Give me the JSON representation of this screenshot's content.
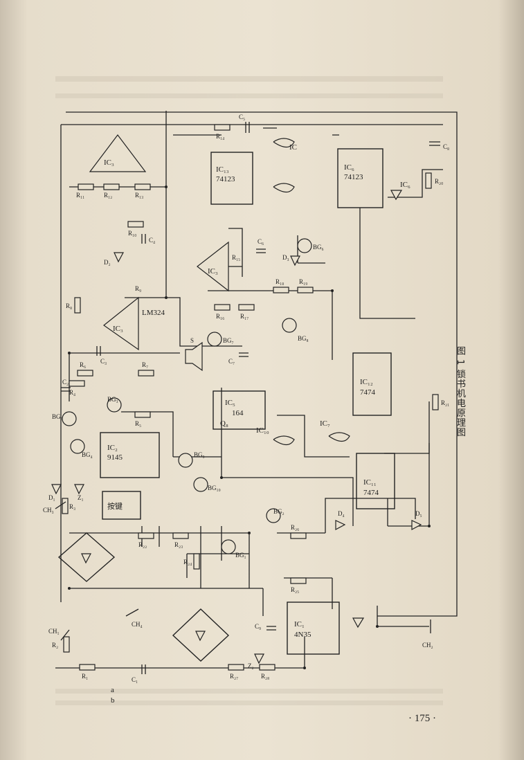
{
  "page_number": "· 175 ·",
  "figure_caption": "图 1  锁书机电原理图",
  "components": {
    "ic": {
      "ic3_top": "IC₃",
      "ic13": "IC₁₃",
      "ic13_part": "74123",
      "ic14": "IC",
      "ic6": "IC₆",
      "ic6_part": "74123",
      "ic3_mid": "IC₃",
      "lm324": "LM324",
      "ic3_low": "IC₃",
      "ic5": "IC₅",
      "ic5_part": "164",
      "ic10": "IC₁₀",
      "ic7": "IC₇",
      "ic12": "IC₁₂",
      "ic12_part": "7474",
      "ic11": "IC₁₁",
      "ic11_part": "7474",
      "ic2": "IC₂",
      "ic2_part": "9145",
      "ic1": "IC₁",
      "ic1_part": "4N35",
      "ic_top_right": "IC₆"
    },
    "resistors": [
      "R₁₁",
      "R₁₂",
      "R₁₃",
      "R₁₄",
      "R₁₀",
      "R₁₅",
      "R₈",
      "R₉",
      "R₁₈",
      "R₁₉",
      "R₁₆",
      "R₁₇",
      "R₂₀",
      "R₄",
      "R₆",
      "R₇",
      "R₅",
      "R₃",
      "R₂₂",
      "R₂₃",
      "R₂₄",
      "R₂₅",
      "R₂₆",
      "R₂₁",
      "R₁",
      "R₂",
      "R₂₇",
      "R₂₈"
    ],
    "capacitors": [
      "C₅",
      "C₄",
      "C₆",
      "C₈",
      "C₇",
      "C₃",
      "C₂",
      "C₉",
      "C₁"
    ],
    "transistors": [
      "BG₆",
      "BG₇",
      "BG₈",
      "BG₃",
      "BG₅",
      "BG₄",
      "BG₉",
      "BG₁₀",
      "BG₂",
      "BG₁"
    ],
    "diodes": [
      "D₂",
      "D₃",
      "D₁",
      "Z₁",
      "D₄",
      "D₅",
      "Z₂"
    ],
    "switches": [
      "CH₃",
      "CH₄",
      "CH₁",
      "CH₂",
      "S"
    ],
    "misc": {
      "keypad": "按键",
      "q8": "Q₈",
      "a": "a",
      "b": "b"
    }
  }
}
